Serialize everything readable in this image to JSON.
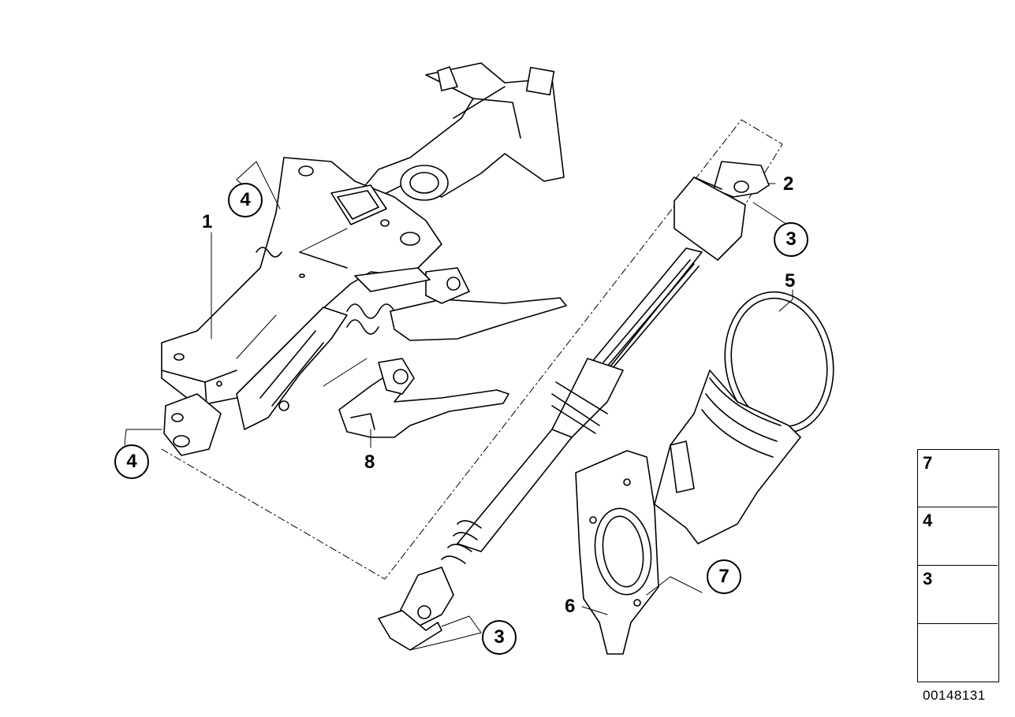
{
  "callouts": {
    "c1": "1",
    "c2": "2",
    "c3_top": "3",
    "c3_bottom": "3",
    "c4_top": "4",
    "c4_bottom": "4",
    "c5": "5",
    "c6": "6",
    "c7": "7",
    "c8": "8"
  },
  "legend": {
    "items": [
      {
        "number": "7",
        "icon": "flange-bolt-icon"
      },
      {
        "number": "4",
        "icon": "hex-bolt-icon"
      },
      {
        "number": "3",
        "icon": "torx-bolt-icon"
      }
    ],
    "arrow_icon": "view-direction-arrow-icon"
  },
  "part_number": "00148131"
}
